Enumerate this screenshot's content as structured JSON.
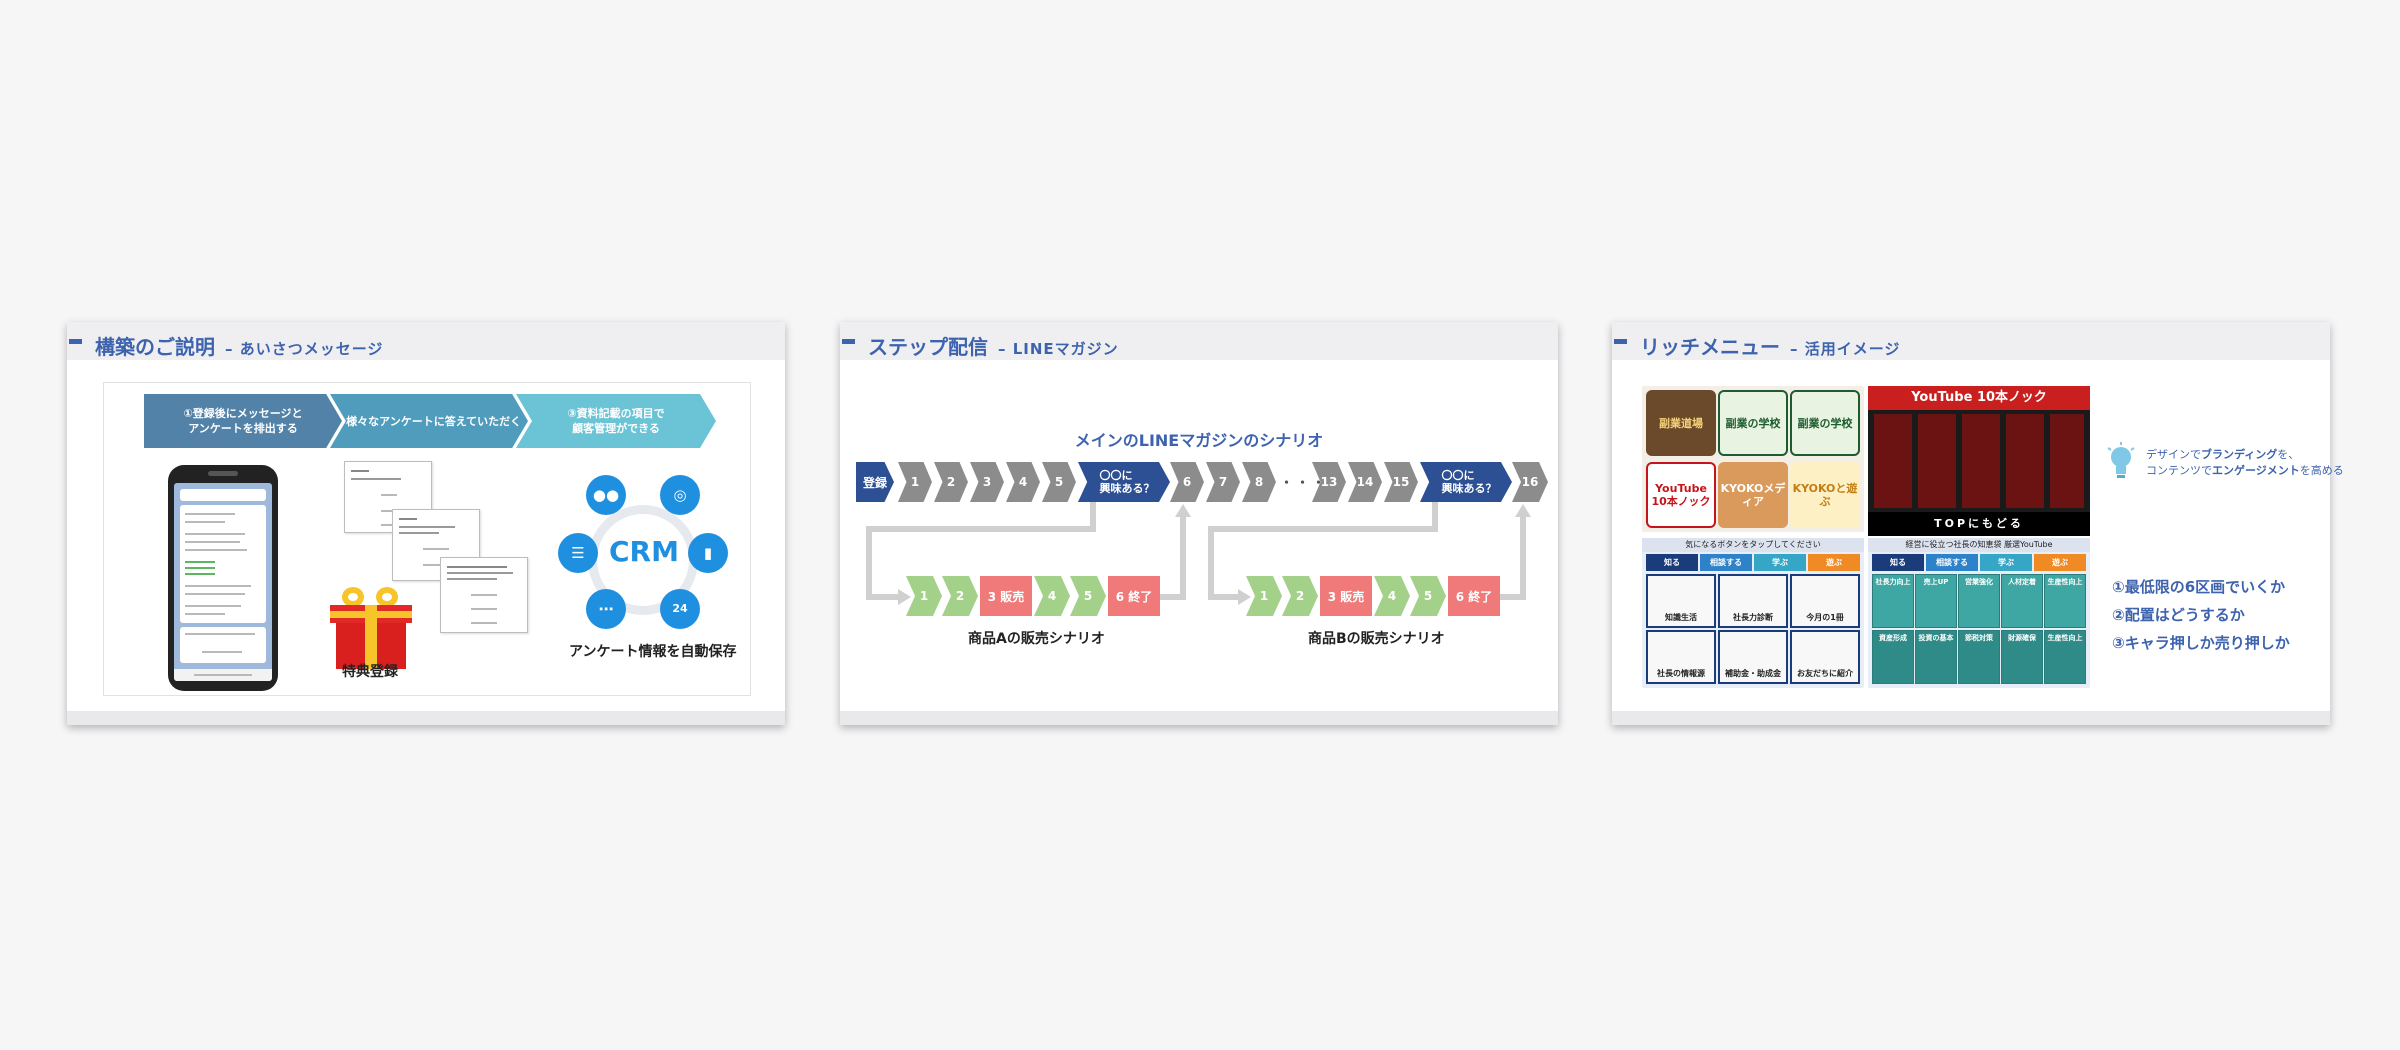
{
  "slides": [
    {
      "title": "構築のご説明",
      "subtitle": "– あいさつメッセージ",
      "steps": [
        {
          "line1": "①登録後にメッセージと",
          "line2": "アンケートを排出する"
        },
        {
          "line1": "②様々なアンケートに答えていただく",
          "line2": ""
        },
        {
          "line1": "③資料記載の項目で",
          "line2": "顧客管理ができる"
        }
      ],
      "gift_label": "特典登録",
      "crm_label": "CRM",
      "crm_caption": "アンケート情報を自動保存",
      "colors": {
        "step1": "#5382a8",
        "step2": "#4f9cbd",
        "step3": "#6bc4d6",
        "crm": "#1f8fe0"
      }
    },
    {
      "title": "ステップ配信",
      "subtitle": "– LINEマガジン",
      "scenario_title": "メインのLINEマガジンのシナリオ",
      "main_steps": {
        "register": "登録",
        "s1": "1",
        "s2": "2",
        "s3": "3",
        "s4": "4",
        "s5": "5",
        "interest_a_1": "〇〇に",
        "interest_a_2": "興味ある？",
        "s6": "6",
        "s7": "7",
        "s8": "8",
        "dots": "・・・",
        "s13": "13",
        "s14": "14",
        "s15": "15",
        "interest_b_1": "〇〇に",
        "interest_b_2": "興味ある？",
        "s16": "16"
      },
      "sub_a": {
        "s1": "1",
        "s2": "2",
        "sale": "3 販売",
        "s4": "4",
        "s5": "5",
        "end": "6 終了",
        "label": "商品Aの販売シナリオ"
      },
      "sub_b": {
        "s1": "1",
        "s2": "2",
        "sale": "3 販売",
        "s4": "4",
        "s5": "5",
        "end": "6 終了",
        "label": "商品Bの販売シナリオ"
      }
    },
    {
      "title": "リッチメニュー",
      "subtitle": "– 活用イメージ",
      "menu1_tiles": [
        "副業道場",
        "副業の学校",
        "副業の学校",
        "YouTube 10本ノック",
        "KYOKOメディア",
        "KYOKOと遊ぶ"
      ],
      "menu2_header": "YouTube 10本ノック",
      "menu2_footer": "TOPにもどる",
      "menu3_header": "気になるボタンをタップしてください",
      "menu3_tabs": [
        "知る",
        "相談する",
        "学ぶ",
        "遊ぶ"
      ],
      "menu3_cells": [
        "知識生活",
        "社長力診断",
        "今月の1冊",
        "社長の情報源",
        "補助金・助成金",
        "お友だちに紹介"
      ],
      "menu4_header": "経営に役立つ社長の知恵袋 厳選YouTube",
      "menu4_tabs": [
        "知る",
        "相談する",
        "学ぶ",
        "遊ぶ"
      ],
      "menu4_cells": [
        "社長力向上",
        "売上UP",
        "営業強化",
        "人材定着",
        "生産性向上",
        "資産形成",
        "投資の基本",
        "節税対策",
        "財源確保",
        "生産性向上"
      ],
      "hint_line1_pre": "デザインで",
      "hint_line1_bold": "ブランディング",
      "hint_line1_post": "を、",
      "hint_line2_pre": "コンテンツで",
      "hint_line2_bold": "エンゲージメント",
      "hint_line2_post": "を高める",
      "points": [
        "①最低限の6区画でいくか",
        "②配置はどうするか",
        "③キャラ押しか売り押しか"
      ]
    }
  ]
}
